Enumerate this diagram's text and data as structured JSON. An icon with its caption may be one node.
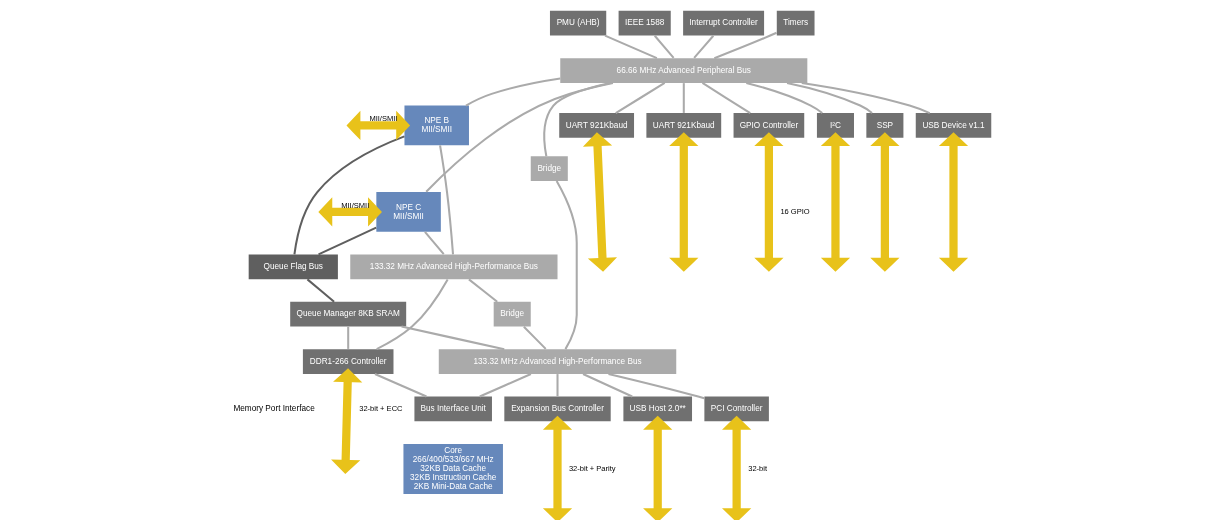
{
  "diagram": {
    "nodes": [
      {
        "text": [
          "NPE B",
          "MII/SMII"
        ]
      },
      {
        "text": [
          "NPE C",
          "MII/SMII"
        ]
      },
      {
        "text": [
          "Queue Flag Bus"
        ]
      },
      {
        "text": [
          "133.32 MHz Advanced High-Performance Bus"
        ]
      },
      {
        "text": [
          "Queue Manager 8KB SRAM"
        ]
      },
      {
        "text": [
          "Bridge"
        ]
      },
      {
        "text": [
          "PMU (AHB)"
        ]
      },
      {
        "text": [
          "IEEE 1588"
        ]
      },
      {
        "text": [
          "Interrupt Controller"
        ]
      },
      {
        "text": [
          "Timers"
        ]
      },
      {
        "text": [
          "DDR1-266 Controller"
        ]
      },
      {
        "text": [
          "66.66 MHz Advanced Peripheral Bus"
        ]
      },
      {
        "text": [
          "Bridge"
        ]
      },
      {
        "text": [
          "133.32 MHz Advanced High-Performance Bus"
        ]
      },
      {
        "text": [
          "Bus Interface Unit"
        ]
      },
      {
        "text": [
          "Core",
          "266/400/533/667 MHz",
          "32KB Data Cache",
          "32KB Instruction Cache",
          "2KB Mini-Data Cache"
        ]
      },
      {
        "text": [
          "UART 921Kbaud"
        ]
      },
      {
        "text": [
          "UART 921Kbaud"
        ]
      },
      {
        "text": [
          "GPIO Controller"
        ]
      },
      {
        "text": [
          "I²C"
        ]
      },
      {
        "text": [
          "SSP"
        ]
      },
      {
        "text": [
          "USB Device v1.1"
        ]
      },
      {
        "text": [
          "USB Host 2.0**"
        ]
      },
      {
        "text": [
          "PCI Controller"
        ]
      },
      {
        "text": [
          "Expansion Bus Controller"
        ]
      }
    ],
    "edges": [
      {
        "from": 0,
        "to": null,
        "arrow": "both",
        "label": "MII/SMII",
        "style": "thick",
        "color": "#e8c21a"
      },
      {
        "from": 1,
        "to": null,
        "arrow": "both",
        "label": "MII/SMII",
        "style": "thick",
        "color": "#e8c21a"
      },
      {
        "from": 0,
        "to": 2,
        "arrow": "none",
        "color": "#5f5f5f"
      },
      {
        "from": 1,
        "to": 2,
        "arrow": "none",
        "color": "#5f5f5f"
      },
      {
        "from": 2,
        "to": 4,
        "arrow": "none",
        "color": "#5f5f5f"
      },
      {
        "from": 11,
        "to": 0,
        "arrow": "none"
      },
      {
        "from": 11,
        "to": 1,
        "arrow": "none"
      },
      {
        "from": 0,
        "to": 3,
        "arrow": "none"
      },
      {
        "from": 1,
        "to": 3,
        "arrow": "none"
      },
      {
        "from": 3,
        "to": 5,
        "arrow": "none"
      },
      {
        "from": 3,
        "to": 10,
        "arrow": "none"
      },
      {
        "from": 5,
        "to": 13,
        "arrow": "none"
      },
      {
        "from": 4,
        "to": 13,
        "arrow": "none"
      },
      {
        "from": 4,
        "to": 10,
        "arrow": "none"
      },
      {
        "from": 10,
        "to": 14,
        "arrow": "none"
      },
      {
        "from": 10,
        "to": null,
        "arrow": "both",
        "label": "32-bit + ECC",
        "style": "thick",
        "color": "#e8c21a"
      },
      {
        "from": 6,
        "to": 11,
        "arrow": "none"
      },
      {
        "from": 7,
        "to": 11,
        "arrow": "none"
      },
      {
        "from": 8,
        "to": 11,
        "arrow": "none"
      },
      {
        "from": 9,
        "to": 11,
        "arrow": "none"
      },
      {
        "from": 11,
        "to": 12,
        "arrow": "none"
      },
      {
        "from": 12,
        "to": 13,
        "arrow": "none"
      },
      {
        "from": 13,
        "to": 14,
        "arrow": "none"
      },
      {
        "from": 11,
        "to": 16,
        "arrow": "none"
      },
      {
        "from": 11,
        "to": 17,
        "arrow": "none"
      },
      {
        "from": 11,
        "to": 18,
        "arrow": "none"
      },
      {
        "from": 11,
        "to": 19,
        "arrow": "none"
      },
      {
        "from": 11,
        "to": 20,
        "arrow": "none"
      },
      {
        "from": 11,
        "to": 21,
        "arrow": "none"
      },
      {
        "from": 13,
        "to": 22,
        "arrow": "none"
      },
      {
        "from": 13,
        "to": 23,
        "arrow": "none"
      },
      {
        "from": 13,
        "to": 24,
        "arrow": "none"
      },
      {
        "from": 16,
        "to": null,
        "arrow": "both",
        "style": "thick",
        "color": "#e8c21a"
      },
      {
        "from": 17,
        "to": null,
        "arrow": "both",
        "style": "thick",
        "color": "#e8c21a"
      },
      {
        "from": 18,
        "to": null,
        "arrow": "both",
        "label": "16 GPIO",
        "style": "thick",
        "color": "#e8c21a"
      },
      {
        "from": 19,
        "to": null,
        "arrow": "both",
        "style": "thick",
        "color": "#e8c21a"
      },
      {
        "from": 20,
        "to": null,
        "arrow": "both",
        "style": "thick",
        "color": "#e8c21a"
      },
      {
        "from": 21,
        "to": null,
        "arrow": "both",
        "style": "thick",
        "color": "#e8c21a"
      },
      {
        "from": 22,
        "to": null,
        "arrow": "both",
        "style": "thick",
        "color": "#e8c21a"
      },
      {
        "from": 23,
        "to": null,
        "arrow": "both",
        "label": "32-bit",
        "style": "thick",
        "color": "#e8c21a"
      },
      {
        "from": 24,
        "to": null,
        "arrow": "both",
        "label": "32-bit + Parity",
        "style": "thick",
        "color": "#e8c21a"
      }
    ],
    "labels": [
      "Memory Port Interface"
    ]
  }
}
